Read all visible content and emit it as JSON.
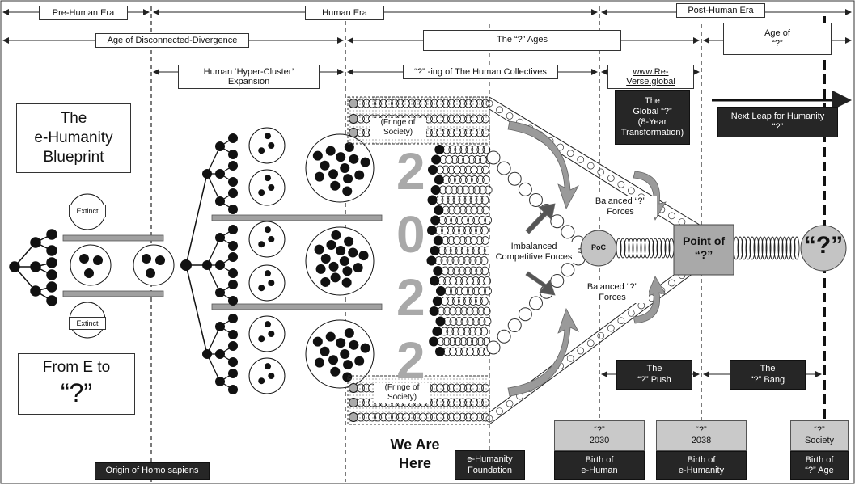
{
  "eras": {
    "pre_human": "Pre-Human Era",
    "human": "Human Era",
    "post_human": "Post-Human Era"
  },
  "ages": {
    "disconnected": "Age of Disconnected-Divergence",
    "q_ages": "The “?” Ages",
    "age_of_q": "Age of\n“?”"
  },
  "sub_headers": {
    "hyper_cluster": "Human ‘Hyper-Cluster’ Expansion",
    "collectives": "“?” -ing of The Human Collectives",
    "website": "www.Re-Verse.global"
  },
  "left_panel": {
    "title": "The\ne-Humanity\nBlueprint",
    "from_e": "From E to",
    "from_q": "“?”",
    "extinct_top": "Extinct",
    "extinct_bottom": "Extinct"
  },
  "fringe": {
    "top": "(Fringe of\nSociety)",
    "bottom": "(Fringe of\nSociety)"
  },
  "year_digits": [
    "2",
    "0",
    "2",
    "2"
  ],
  "forces": {
    "imbalanced": "Imbalanced\nCompetitive Forces",
    "balanced_top": "Balanced “?”\nForces",
    "balanced_bottom": "Balanced “?”\nForces"
  },
  "nodes": {
    "poc": "PoC",
    "point_of": "Point of\n“?”",
    "big_q": "“?”"
  },
  "dark_boxes": {
    "global_q": "The\nGlobal “?”\n(8-Year\nTransformation)",
    "next_leap": "Next Leap for Humanity\n“?”",
    "q_push": "The\n“?” Push",
    "q_bang": "The\n“?” Bang"
  },
  "bottom": {
    "origin": "Origin of Homo sapiens",
    "we_are_here": "We Are\nHere",
    "foundation": "e-Humanity\nFoundation",
    "m2030_top": "“?”\n2030",
    "m2030_bottom": "Birth of\ne-Human",
    "m2038_top": "“?”\n2038",
    "m2038_bottom": "Birth of\ne-Humanity",
    "society_top": "“?”\nSociety",
    "society_bottom": "Birth of\n“?” Age"
  },
  "colors": {
    "dark_box": "#262626",
    "grey_box": "#c9c9c9",
    "digit": "#a9a9a9",
    "arrow": "#9a9a9a"
  }
}
